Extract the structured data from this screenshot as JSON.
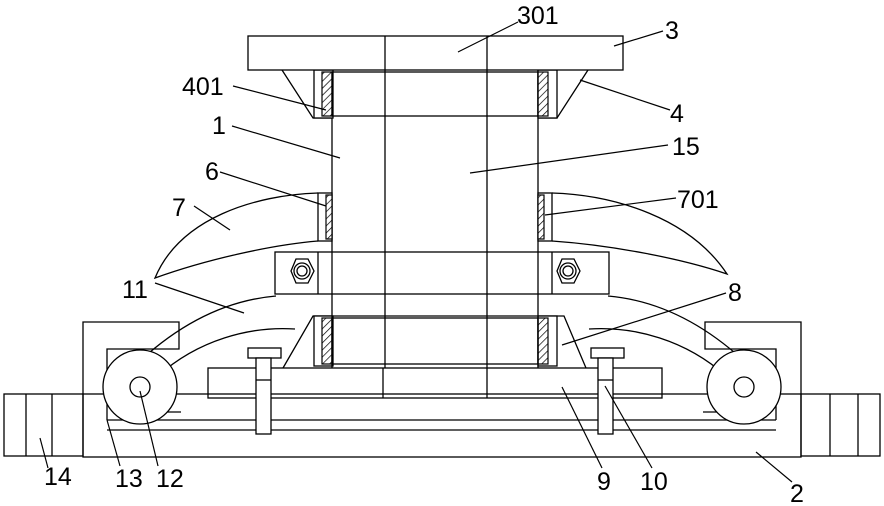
{
  "colors": {
    "line": "#000000",
    "background": "#ffffff"
  },
  "labels": {
    "l301": "301",
    "l3": "3",
    "l401": "401",
    "l4": "4",
    "l1": "1",
    "l15": "15",
    "l6": "6",
    "l7": "7",
    "l701": "701",
    "l11": "11",
    "l8": "8",
    "l14": "14",
    "l13": "13",
    "l12": "12",
    "l9": "9",
    "l10": "10",
    "l2": "2"
  }
}
